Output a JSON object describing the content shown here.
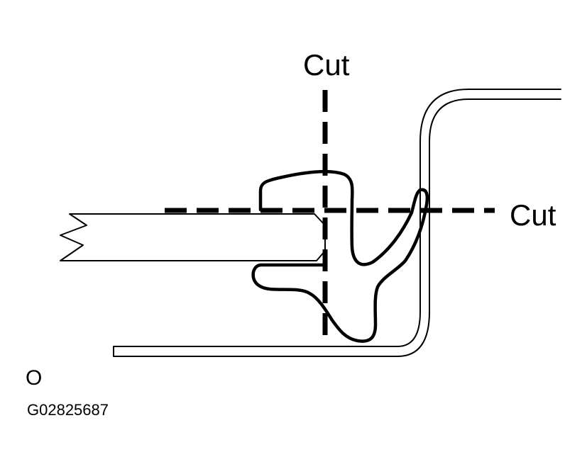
{
  "labels": {
    "cut_vertical": "Cut",
    "cut_horizontal": "Cut",
    "corner_mark": "O",
    "figure_code": "G02825687"
  },
  "colors": {
    "line": "#000000",
    "background": "#ffffff"
  }
}
